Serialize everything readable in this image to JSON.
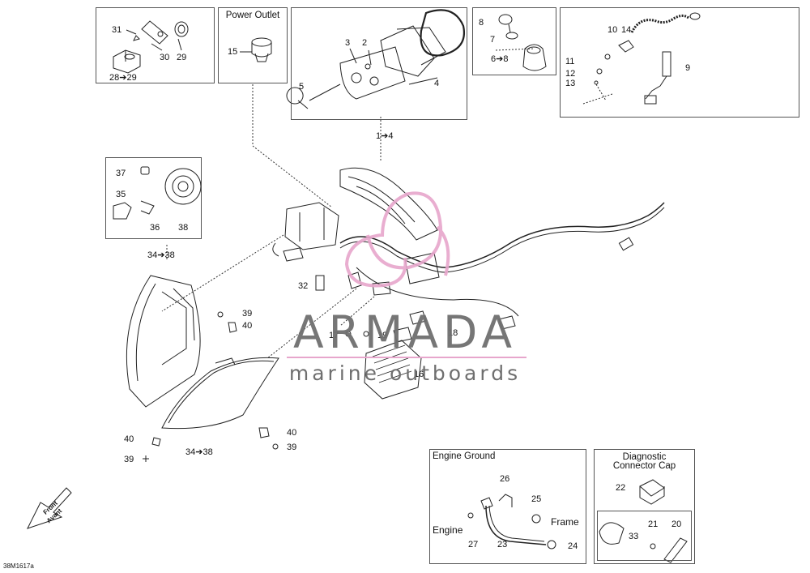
{
  "diagram": {
    "code": "38M1617a",
    "boxes": {
      "power_outlet": "Power Outlet",
      "engine_ground": "Engine Ground",
      "diagnostic": [
        "Diagnostic",
        "Connector Cap"
      ]
    },
    "words": {
      "frame": "Frame",
      "engine": "Engine",
      "front": "Front",
      "avant": "Avant"
    },
    "watermark": {
      "brand": "ARMADA",
      "tagline": "marine outboards",
      "color": "#e7a6cc"
    },
    "callouts": {
      "n31": "31",
      "n30": "30",
      "n29": "29",
      "n28_29": "28➔29",
      "n15": "15",
      "n3": "3",
      "n2": "2",
      "n5": "5",
      "n4": "4",
      "n1_4": "1➔4",
      "n8a": "8",
      "n7": "7",
      "n6_8": "6➔8",
      "n10": "10",
      "n14": "14",
      "n11": "11",
      "n12": "12",
      "n13": "13",
      "n9": "9",
      "n37": "37",
      "n35": "35",
      "n36": "36",
      "n38": "38",
      "n34_38a": "34➔38",
      "n32": "32",
      "n39a": "39",
      "n40a": "40",
      "n17": "17",
      "n19": "19",
      "n18": "18",
      "n16": "16",
      "n40b": "40",
      "n39b": "39",
      "n34_38b": "34➔38",
      "n40c": "40",
      "n39c": "39",
      "n26": "26",
      "n25": "25",
      "n27": "27",
      "n23": "23",
      "n24": "24",
      "n22": "22",
      "n21": "21",
      "n20": "20",
      "n33": "33"
    }
  }
}
